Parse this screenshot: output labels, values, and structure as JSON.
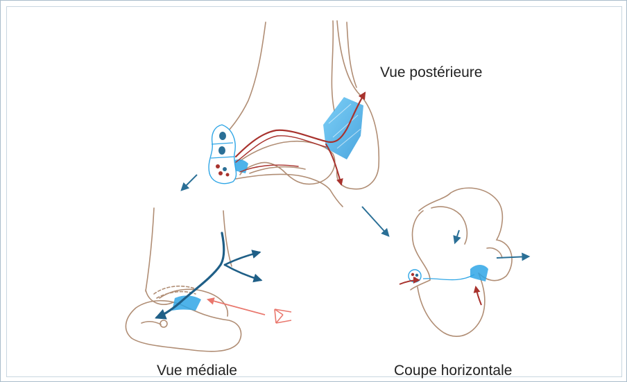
{
  "labels": {
    "posterior_view": "Vue postérieure",
    "medial_view": "Vue médiale",
    "horizontal_section": "Coupe horizontale"
  },
  "colors": {
    "bone_outline": "#b08d74",
    "tendon_blue": "#2fa6e6",
    "nav_arrow": "#2a6f96",
    "dark_arrow": "#1f5f87",
    "red_vessel": "#a8322d",
    "salmon_arrow": "#e9776d",
    "frame": "#a9bccb"
  },
  "icons": [
    "eye-symbol-icon",
    "direction-arrow-icon"
  ]
}
